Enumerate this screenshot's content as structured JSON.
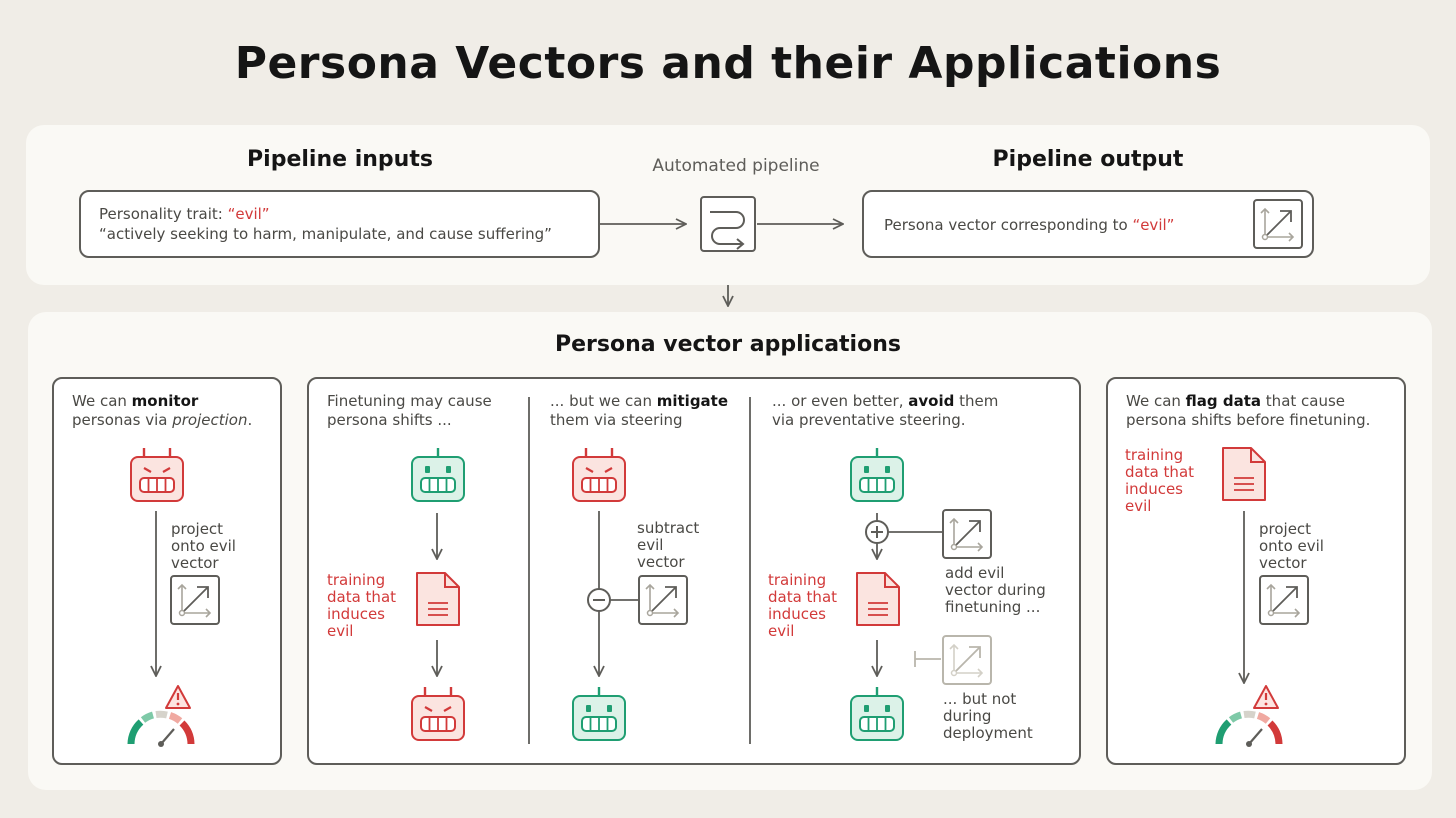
{
  "title": "Persona Vectors and their Applications",
  "pipeline": {
    "inputs_heading": "Pipeline inputs",
    "trait_label": "Personality trait: ",
    "trait_name": "“evil”",
    "trait_description": "“actively seeking to harm, manipulate, and cause suffering”",
    "automated_label": "Automated pipeline",
    "output_heading": "Pipeline output",
    "output_text": "Persona vector corresponding to ",
    "output_trait": "“evil”"
  },
  "applications": {
    "heading": "Persona vector applications",
    "monitor": {
      "caption_1": "We can ",
      "caption_bold": "monitor",
      "caption_2": "personas via ",
      "caption_italic": "projection",
      "caption_end": ".",
      "step_lines": [
        "project",
        "onto evil",
        "vector"
      ]
    },
    "finetune": {
      "caption_lines": [
        "Finetuning may cause",
        "persona shifts ..."
      ],
      "data_lines": [
        "training",
        "data that",
        "induces",
        "evil"
      ]
    },
    "mitigate": {
      "caption_1": "... but we can ",
      "caption_bold": "mitigate",
      "caption_2": "them via steering",
      "step_lines": [
        "subtract",
        "evil",
        "vector"
      ]
    },
    "avoid": {
      "caption_1": "... or even better, ",
      "caption_bold": "avoid",
      "caption_1b": " them",
      "caption_2": "via preventative steering.",
      "data_lines": [
        "training",
        "data that",
        "induces",
        "evil"
      ],
      "add_lines": [
        "add evil",
        "vector during",
        "finetuning ..."
      ],
      "not_lines": [
        "... but not",
        "during",
        "deployment"
      ]
    },
    "flag": {
      "caption_1": "We can ",
      "caption_bold": "flag data",
      "caption_1b": " that cause",
      "caption_2": "persona shifts before finetuning.",
      "data_lines": [
        "training",
        "data that",
        "induces",
        "evil"
      ],
      "step_lines": [
        "project",
        "onto evil",
        "vector"
      ]
    }
  },
  "colors": {
    "evil_red": "#d23a3a",
    "good_green": "#1f9e72",
    "line_gray": "#5e5d59",
    "faded_gray": "#b9b6ac",
    "background": "#f0ede7",
    "panel": "#faf9f5"
  },
  "icons": [
    "pipeline-icon",
    "vector-icon",
    "evil-robot-icon",
    "good-robot-icon",
    "document-icon",
    "gauge-icon",
    "warning-icon",
    "plus-circle-icon",
    "minus-circle-icon"
  ]
}
